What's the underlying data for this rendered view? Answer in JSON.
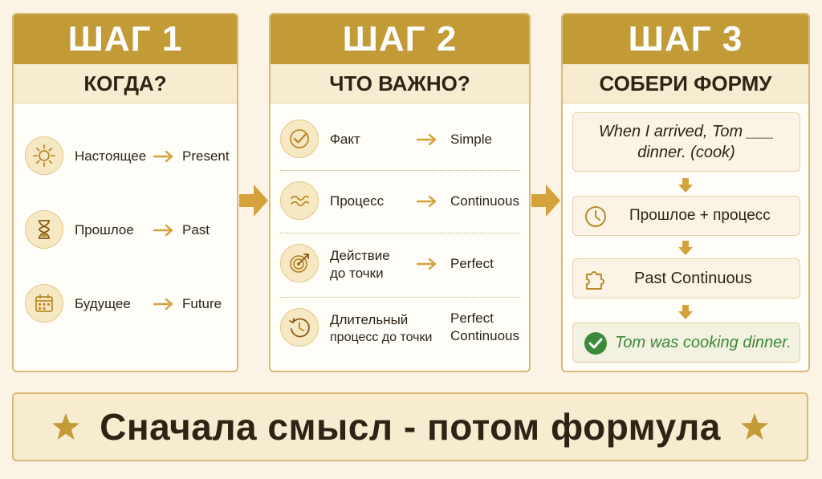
{
  "colors": {
    "accent": "#c29a36",
    "arrow": "#d4a13b",
    "success": "#3a8a3a",
    "text": "#2e2416",
    "background": "#fbf4e4"
  },
  "step1": {
    "title": "ШАГ 1",
    "subtitle": "КОГДА?",
    "items": [
      {
        "icon": "sun-icon",
        "label": "Настоящее",
        "target": "Present"
      },
      {
        "icon": "hourglass-icon",
        "label": "Прошлое",
        "target": "Past"
      },
      {
        "icon": "calendar-icon",
        "label": "Будущее",
        "target": "Future"
      }
    ]
  },
  "step2": {
    "title": "ШАГ 2",
    "subtitle": "ЧТО ВАЖНО?",
    "items": [
      {
        "icon": "check-circle-icon",
        "label_line1": "Факт",
        "label_line2": "",
        "target_line1": "Simple",
        "target_line2": ""
      },
      {
        "icon": "waves-icon",
        "label_line1": "Процесс",
        "label_line2": "",
        "target_line1": "Continuous",
        "target_line2": ""
      },
      {
        "icon": "target-icon",
        "label_line1": "Действие",
        "label_line2": "до точки",
        "target_line1": "Perfect",
        "target_line2": ""
      },
      {
        "icon": "clock-history-icon",
        "label_line1": "Длительный",
        "label_line2": "процесс до точки",
        "target_line1": "Perfect",
        "target_line2": "Continuous"
      }
    ]
  },
  "step3": {
    "title": "ШАГ 3",
    "subtitle": "СОБЕРИ ФОРМУ",
    "example_line1": "When I arrived, Tom ___",
    "example_line2": "dinner. (cook)",
    "analysis": "Прошлое + процесс",
    "form": "Past Continuous",
    "answer": "Tom was cooking dinner."
  },
  "banner": {
    "text": "Сначала смысл - потом формула"
  }
}
